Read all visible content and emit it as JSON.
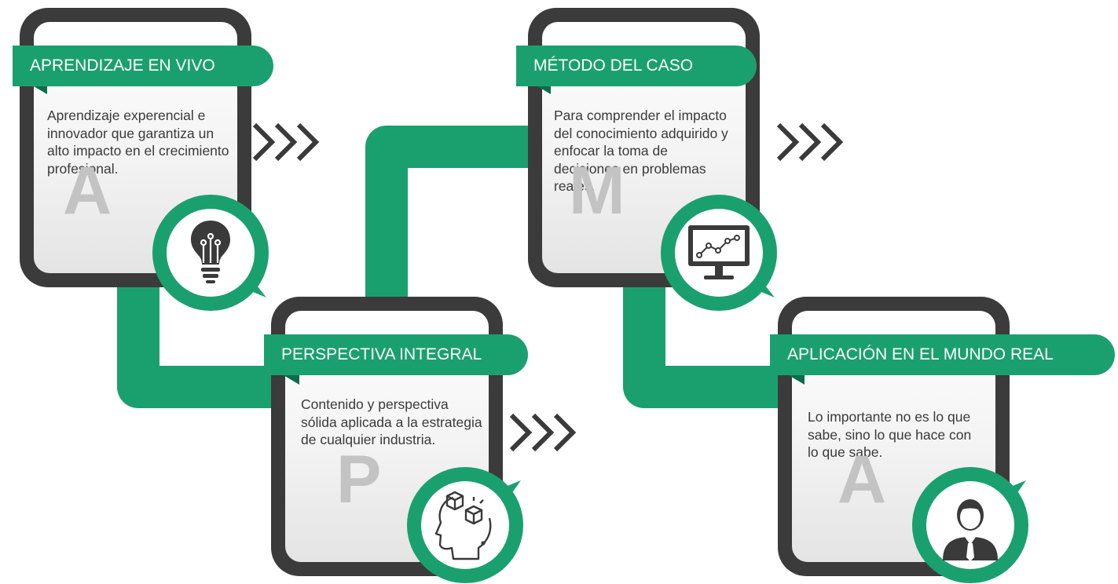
{
  "cards": [
    {
      "title": "APRENDIZAJE EN VIVO",
      "text": "Aprendizaje experencial e innovador que garantiza un alto impacto en el crecimiento profesional.",
      "letter": "A",
      "icon": "lightbulb-icon"
    },
    {
      "title": "PERSPECTIVA INTEGRAL",
      "text": "Contenido y perspectiva sólida aplicada a la estrategia de cualquier industria.",
      "letter": "P",
      "icon": "head-cubes-icon"
    },
    {
      "title": "MÉTODO DEL CASO",
      "text": "Para comprender el impacto del conocimiento adquirido y enfocar la toma de decisiones en problemas reales.",
      "letter": "M",
      "icon": "monitor-chart-icon"
    },
    {
      "title": "APLICACIÓN EN EL MUNDO REAL",
      "text": "Lo importante no es lo que sabe, sino lo que hace con lo que sabe.",
      "letter": "A",
      "icon": "businessman-icon"
    }
  ],
  "colors": {
    "green": "#1aa06e",
    "green_dark": "#0f6b48",
    "card_frame": "#3b3b3b",
    "letter_gray": "#c3c3c3",
    "icon_dark": "#3a3a3a"
  }
}
